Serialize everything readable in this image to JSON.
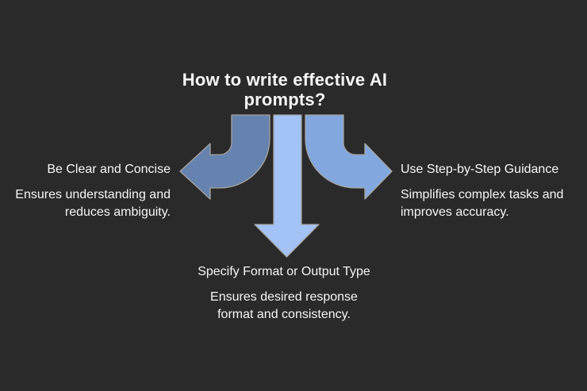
{
  "title": {
    "text": "How to write effective AI prompts?",
    "lines": [
      "How to write effective AI",
      "prompts?"
    ]
  },
  "branches": {
    "left": {
      "heading": "Be Clear and Concise",
      "description": "Ensures understanding and reduces ambiguity.",
      "desc_lines": [
        "Ensures understanding and",
        "reduces ambiguity."
      ]
    },
    "bottom": {
      "heading": "Specify Format or Output Type",
      "description": "Ensures desired response format and consistency.",
      "desc_lines": [
        "Ensures desired response",
        "format and consistency."
      ]
    },
    "right": {
      "heading": "Use Step-by-Step Guidance",
      "description": "Simplifies complex tasks and improves accuracy.",
      "desc_lines": [
        "Simplifies complex tasks and",
        "improves accuracy."
      ]
    }
  },
  "colors": {
    "background": "#2a2a2b",
    "text": "#f6f6f6",
    "left_arrow": "#6682ae",
    "middle_arrow": "#a3c2f5",
    "right_arrow": "#83a8e0",
    "arrow_outline": "#a5a5a0"
  }
}
